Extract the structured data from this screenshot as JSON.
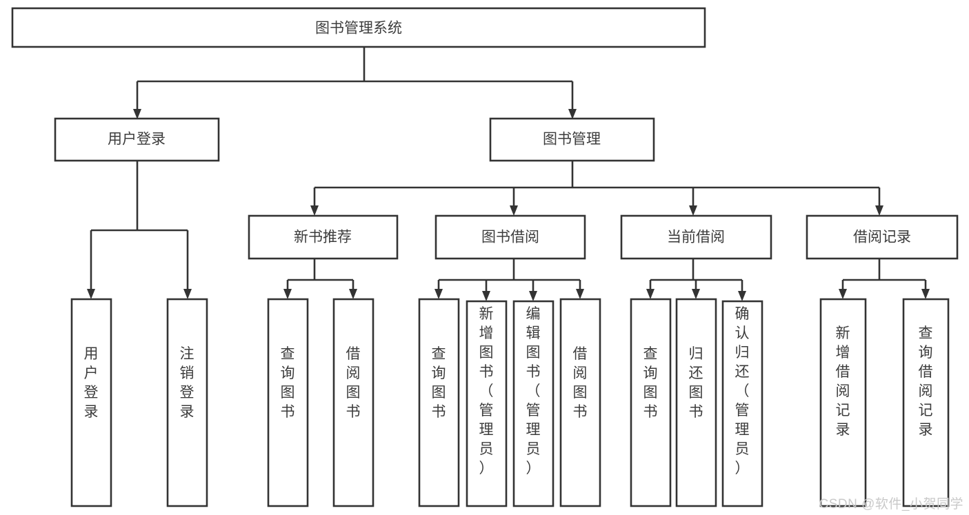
{
  "diagram": {
    "type": "tree",
    "title_node": "图书管理系统",
    "watermark": "CSDN @软件_小贺同学",
    "colors": {
      "box_stroke": "#333333",
      "box_fill": "#ffffff",
      "text": "#3c3c3c",
      "watermark": "#c9c9c9",
      "background": "#ffffff"
    },
    "nodes": {
      "root": {
        "label": "图书管理系统",
        "orientation": "horizontal"
      },
      "level1": [
        {
          "id": "user-login",
          "label": "用户登录",
          "orientation": "horizontal"
        },
        {
          "id": "book-manage",
          "label": "图书管理",
          "orientation": "horizontal"
        }
      ],
      "level2": [
        {
          "id": "new-book-recommend",
          "label": "新书推荐",
          "orientation": "horizontal"
        },
        {
          "id": "book-borrow",
          "label": "图书借阅",
          "orientation": "horizontal"
        },
        {
          "id": "current-borrow",
          "label": "当前借阅",
          "orientation": "horizontal"
        },
        {
          "id": "borrow-record",
          "label": "借阅记录",
          "orientation": "horizontal"
        }
      ],
      "leaves": [
        {
          "id": "leaf-user-login",
          "label": "用户登录",
          "orientation": "vertical",
          "parent": "user-login",
          "tall": false
        },
        {
          "id": "leaf-logout",
          "label": "注销登录",
          "orientation": "vertical",
          "parent": "user-login",
          "tall": false
        },
        {
          "id": "leaf-query-book-1",
          "label": "查询图书",
          "orientation": "vertical",
          "parent": "new-book-recommend",
          "tall": false
        },
        {
          "id": "leaf-borrow-book-1",
          "label": "借阅图书",
          "orientation": "vertical",
          "parent": "new-book-recommend",
          "tall": false
        },
        {
          "id": "leaf-query-book-2",
          "label": "查询图书",
          "orientation": "vertical",
          "parent": "book-borrow",
          "tall": false
        },
        {
          "id": "leaf-add-book",
          "label": "新增图书（管理员）",
          "orientation": "vertical",
          "parent": "book-borrow",
          "tall": true
        },
        {
          "id": "leaf-edit-book",
          "label": "编辑图书（管理员）",
          "orientation": "vertical",
          "parent": "book-borrow",
          "tall": true
        },
        {
          "id": "leaf-borrow-book-2",
          "label": "借阅图书",
          "orientation": "vertical",
          "parent": "book-borrow",
          "tall": false
        },
        {
          "id": "leaf-query-book-3",
          "label": "查询图书",
          "orientation": "vertical",
          "parent": "current-borrow",
          "tall": false
        },
        {
          "id": "leaf-return-book",
          "label": "归还图书",
          "orientation": "vertical",
          "parent": "current-borrow",
          "tall": false
        },
        {
          "id": "leaf-confirm-return",
          "label": "确认归还（管理员）",
          "orientation": "vertical",
          "parent": "current-borrow",
          "tall": true
        },
        {
          "id": "leaf-add-record",
          "label": "新增借阅记录",
          "orientation": "vertical",
          "parent": "borrow-record",
          "tall": false
        },
        {
          "id": "leaf-query-record",
          "label": "查询借阅记录",
          "orientation": "vertical",
          "parent": "borrow-record",
          "tall": false
        }
      ]
    }
  }
}
